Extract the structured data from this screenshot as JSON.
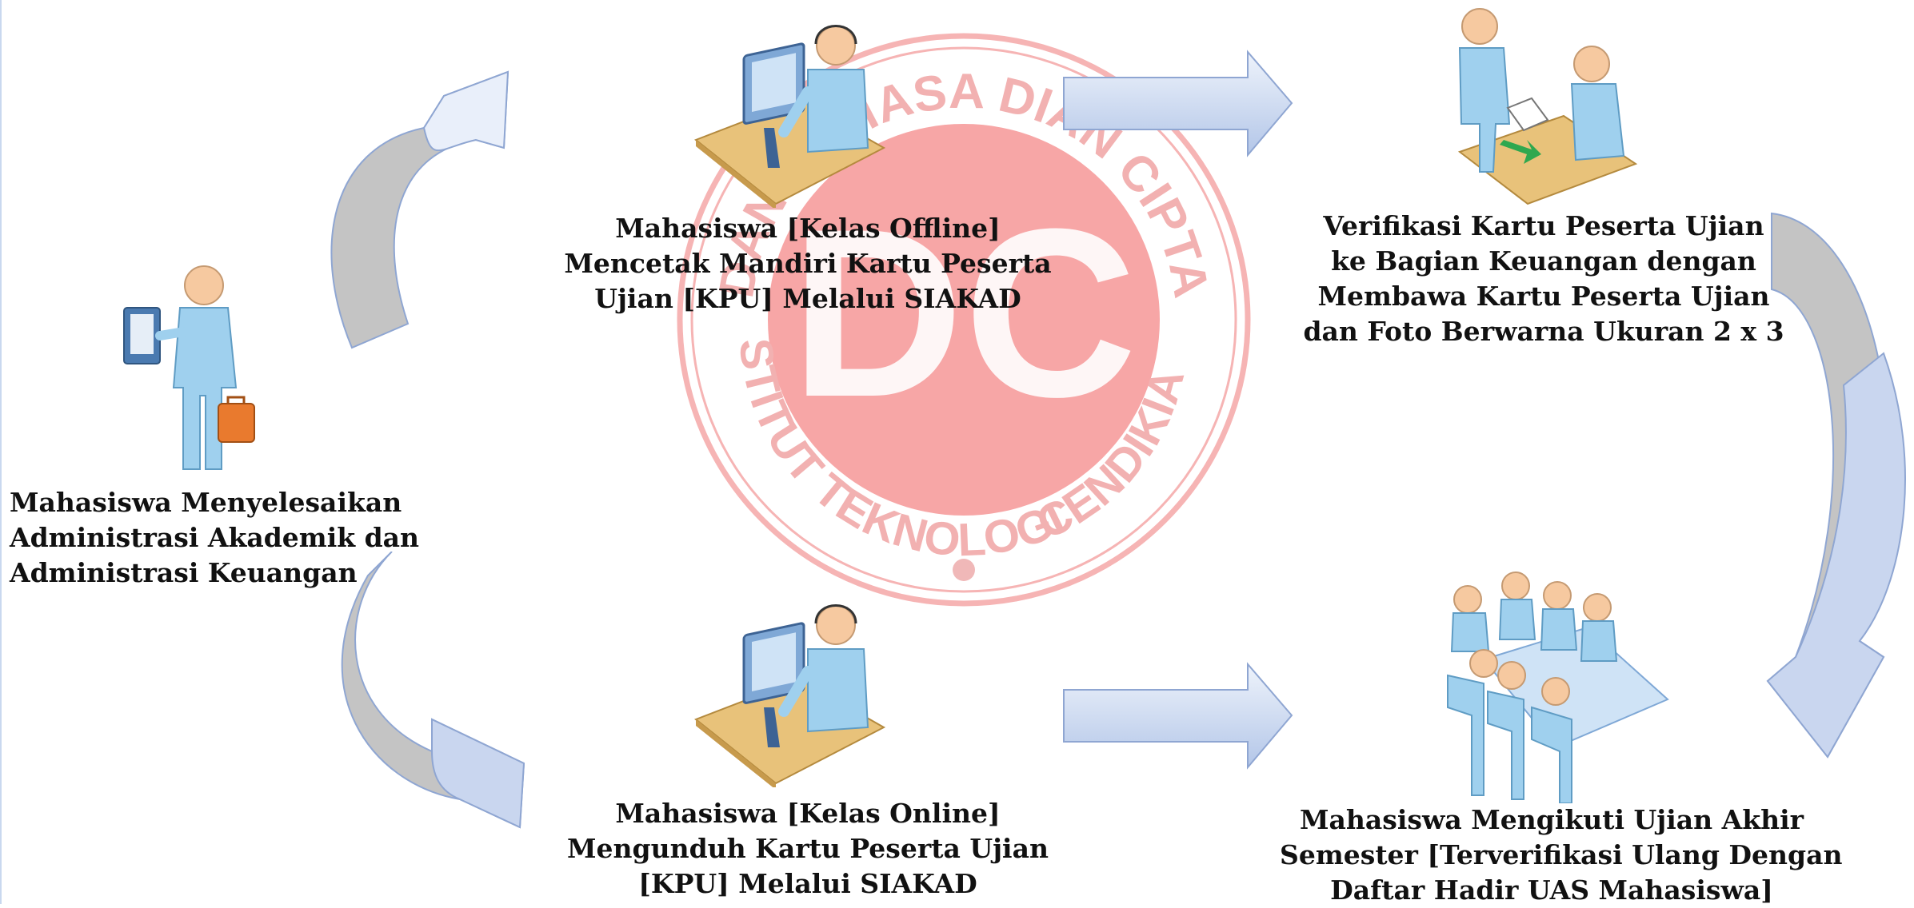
{
  "watermark": {
    "top_arc_text": "DAN BAHASA DIAN CIPTA",
    "left_arc_text": "INSTITUT TEKNOLOGI",
    "right_arc_text": "CENDIKIA",
    "monogram": "DC",
    "color": "#f28b8b"
  },
  "steps": {
    "start": {
      "lines": [
        "Mahasiswa Menyelesaikan",
        "Administrasi Akademik dan",
        "Administrasi Keuangan"
      ]
    },
    "offline": {
      "lines": [
        "Mahasiswa [Kelas Offline]",
        "Mencetak Mandiri Kartu Peserta",
        "Ujian [KPU] Melalui SIAKAD"
      ]
    },
    "online": {
      "lines": [
        "Mahasiswa [Kelas Online]",
        "Mengunduh Kartu Peserta Ujian",
        "[KPU] Melalui SIAKAD"
      ]
    },
    "verify": {
      "lines": [
        "Verifikasi Kartu Peserta Ujian",
        "ke Bagian Keuangan dengan",
        "Membawa Kartu Peserta Ujian",
        "dan Foto Berwarna Ukuran 2 x 3"
      ]
    },
    "exam": {
      "lines": [
        "Mahasiswa Mengikuti Ujian Akhir",
        "Semester [Terverifikasi Ulang Dengan",
        "Daftar Hadir UAS Mahasiswa]"
      ]
    }
  },
  "colors": {
    "arrow_light": "#e9effa",
    "arrow_mid": "#b7c8e8",
    "arrow_shadow": "#c4c4c4",
    "arrow_stroke": "#8fa6d2",
    "person_body": "#9fd0ee",
    "person_skin": "#f6c9a0",
    "desk": "#e8c27a"
  }
}
